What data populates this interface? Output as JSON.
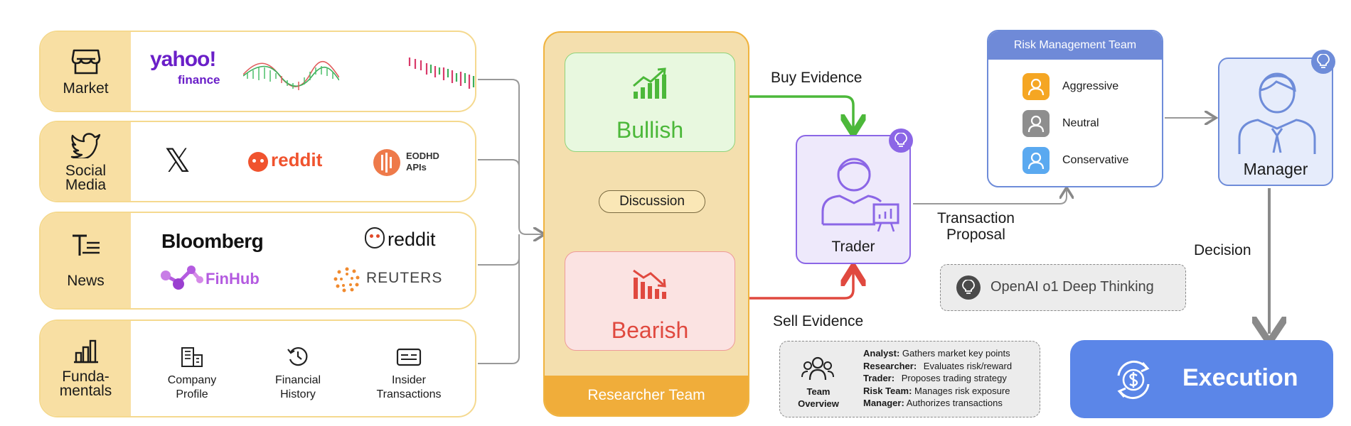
{
  "sources": {
    "market": {
      "label": "Market",
      "logos": [
        "yahoo!",
        "finance"
      ]
    },
    "social": {
      "label": "Social\nMedia",
      "logos": [
        "𝕏",
        "reddit",
        "EODHD",
        "APIs"
      ]
    },
    "news": {
      "label": "News",
      "logos": [
        "Bloomberg",
        "reddit",
        "FinHub",
        "REUTERS"
      ]
    },
    "fundamentals": {
      "label": "Funda-\nmentals",
      "items": [
        "Company\nProfile",
        "Financial\nHistory",
        "Insider\nTransactions"
      ]
    }
  },
  "researcher": {
    "title": "Researcher Team",
    "bullish": "Bullish",
    "bearish": "Bearish",
    "discussion": "Discussion"
  },
  "edges": {
    "buy": "Buy Evidence",
    "sell": "Sell Evidence",
    "proposal": "Transaction\nProposal",
    "decision": "Decision"
  },
  "trader": {
    "label": "Trader"
  },
  "risk": {
    "title": "Risk Management Team",
    "members": [
      "Aggressive",
      "Neutral",
      "Conservative"
    ]
  },
  "manager": {
    "label": "Manager"
  },
  "execution": {
    "label": "Execution"
  },
  "openai": {
    "label": "OpenAI o1 Deep Thinking"
  },
  "team_overview": {
    "title": "Team\nOverview",
    "rows": [
      {
        "role": "Analyst:",
        "desc": "Gathers market key points"
      },
      {
        "role": "Researcher:",
        "desc": "Evaluates risk/reward"
      },
      {
        "role": "Trader:",
        "desc": "Proposes trading strategy"
      },
      {
        "role": "Risk Team:",
        "desc": "Manages risk exposure"
      },
      {
        "role": "Manager:",
        "desc": "Authorizes transactions"
      }
    ]
  },
  "colors": {
    "bull": "#4cb83a",
    "bear": "#e0493f",
    "purple": "#8b66e6",
    "blue": "#6e8cd9",
    "orange": "#f0ad3a"
  },
  "icons": [
    "store-icon",
    "bird-icon",
    "newspaper-icon",
    "bar-chart-icon",
    "building-icon",
    "history-icon",
    "card-icon",
    "chart-up-icon",
    "chart-down-icon",
    "person-icon",
    "lightbulb-icon",
    "people-icon",
    "dollar-cycle-icon"
  ]
}
